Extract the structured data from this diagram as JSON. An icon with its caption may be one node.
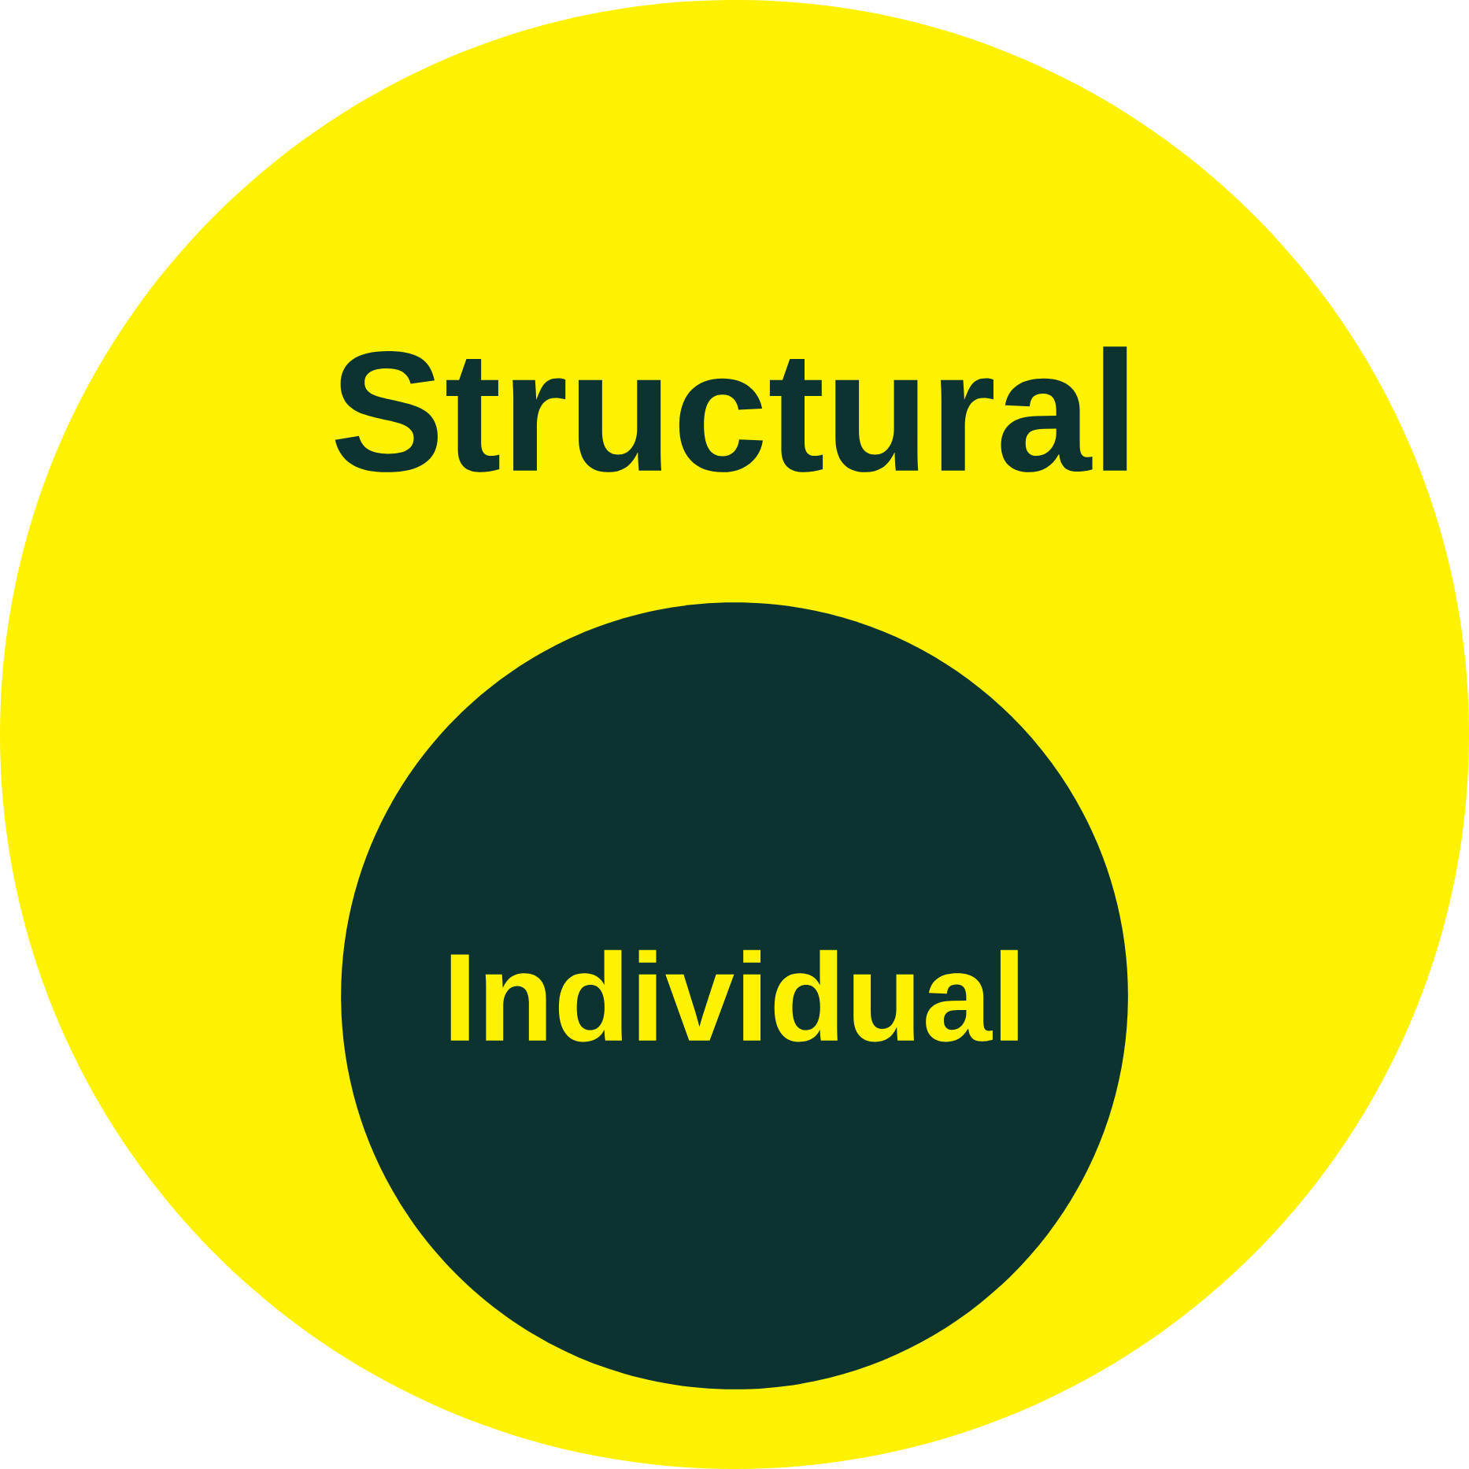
{
  "diagram": {
    "nodes": [
      {
        "text": [
          "Structural"
        ]
      },
      {
        "text": [
          "Individual"
        ],
        "in": 0
      }
    ]
  }
}
